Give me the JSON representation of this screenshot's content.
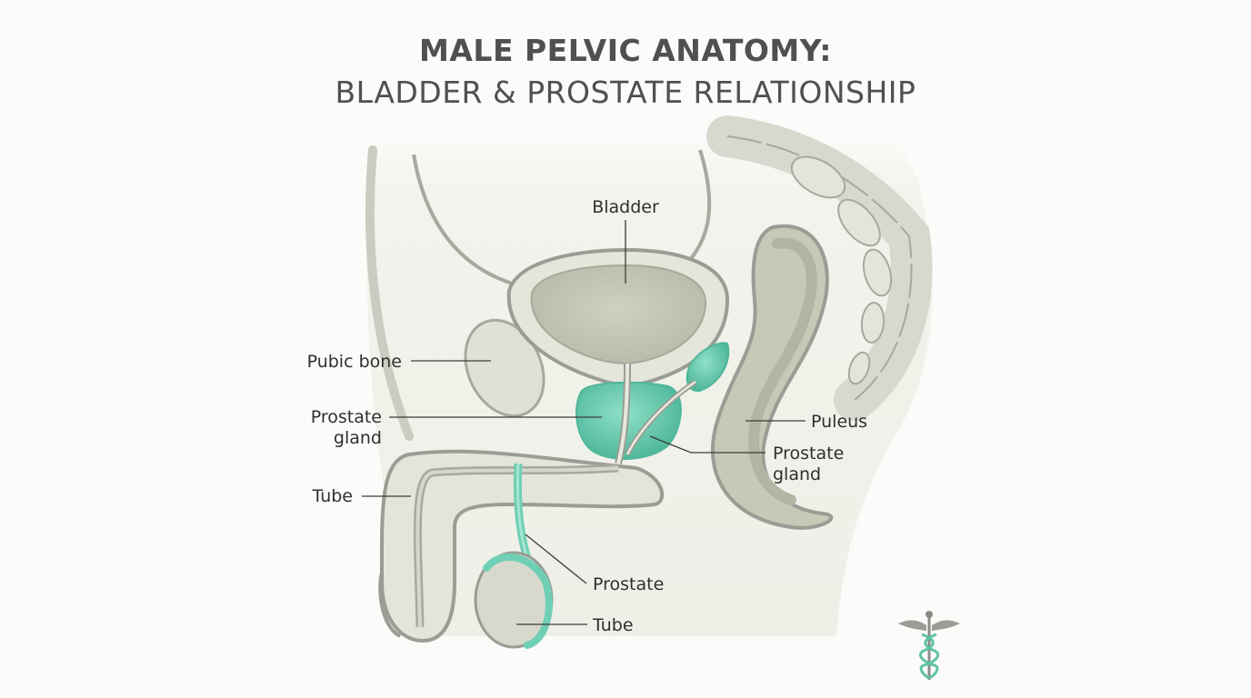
{
  "title": {
    "line1": "MALE PELVIC ANATOMY:",
    "line2": "BLADDER & PROSTATE RELATIONSHIP"
  },
  "labels": {
    "bladder": "Bladder",
    "pubic_bone": "Pubic bone",
    "prostate_gland_left_1": "Prostate",
    "prostate_gland_left_2": "gland",
    "tube_left": "Tube",
    "puleus": "Puleus",
    "prostate_gland_right_1": "Prostate",
    "prostate_gland_right_2": "gland",
    "prostate_lower": "Prostate",
    "tube_lower": "Tube"
  },
  "colors": {
    "outline": "#9a9d93",
    "tissue": "#e7e9df",
    "organ": "#c9cabb",
    "organ_dark": "#b9baa9",
    "teal": "#6fcfb4",
    "teal_dark": "#4fb79a",
    "leader": "#3a3c39"
  },
  "icons": {
    "logo": "caduceus-icon"
  }
}
